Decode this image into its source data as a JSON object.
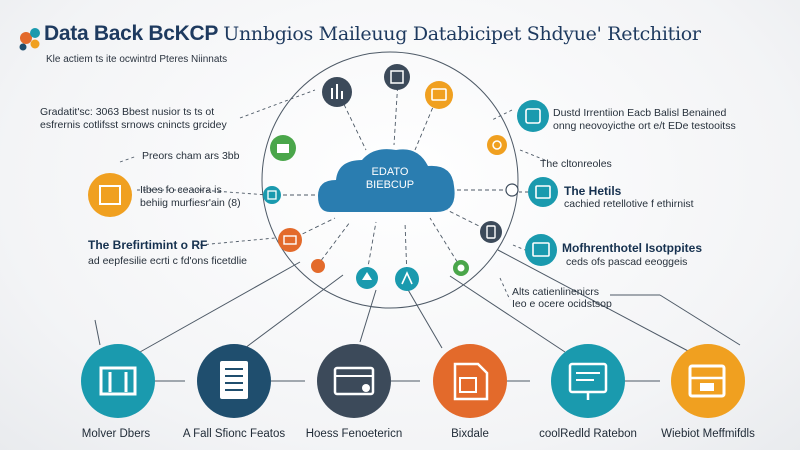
{
  "header": {
    "title_bold": "Data Back BcKCP",
    "title_rest": "Unnbgios Maileuug Databicipet Shdyue' Retchitior",
    "subtitle": "Kle actiem ts ite ocwintrd Pteres Niinnats"
  },
  "cloud": {
    "line1": "EDATO",
    "line2": "BIEBCUP"
  },
  "notes": {
    "left_top_1": "Gradatit'sc: 3063 Bbest nusior ts ts ot",
    "left_top_2": "esfrernis cotlifsst srnows cnincts grcidey",
    "left_mid": "Preors cham ars 3bb",
    "left_box_1": "Itbes fo ceacira is",
    "left_box_2": "behiig murfiesr'ain (8)",
    "left_low_head": "The Brefirtimint o RF",
    "left_low_sub": "ad eepfesilie ecrti c fd'ons ficetdlie",
    "right_top_1": "Dustd Irrentiion Eacb Balisl Benained",
    "right_top_2": "onng neovoyicthe ort e/t EDe testooitss",
    "right_mid": "The cltonreoles",
    "right_box_head": "The Hetils",
    "right_box_sub": "cachied retellotive f ethirnist",
    "right_low_head": "Mofhrenthotel Isotppites",
    "right_low_sub": "ceds ofs pascad eeoggeis",
    "right_bottom_1": "Alts catienlinenicrs",
    "right_bottom_2": "Ieo e ocere ocidstsop"
  },
  "bottom_nodes": [
    {
      "label": "Molver Dbers"
    },
    {
      "label": "A Fall Sfionc Featos"
    },
    {
      "label": "Hoess Fenoetericn"
    },
    {
      "label": "Bixdale"
    },
    {
      "label": "coolRedld Ratebon"
    },
    {
      "label": "Wiebiot Meffmifdls"
    }
  ],
  "colors": {
    "teal": "#1a9aae",
    "navy": "#1f4e6e",
    "slate": "#3c4a5a",
    "orange": "#e36a2b",
    "amber": "#f0a020",
    "green": "#4aa64a",
    "cloud": "#2a7db0",
    "line": "#4d5966"
  },
  "icons": {
    "logo": "gear-cluster-icon",
    "b1": "building-icon",
    "b2": "document-list-icon",
    "b3": "folder-open-icon",
    "b4": "file-folder-icon",
    "b5": "monitor-chart-icon",
    "b6": "printer-stack-icon"
  }
}
